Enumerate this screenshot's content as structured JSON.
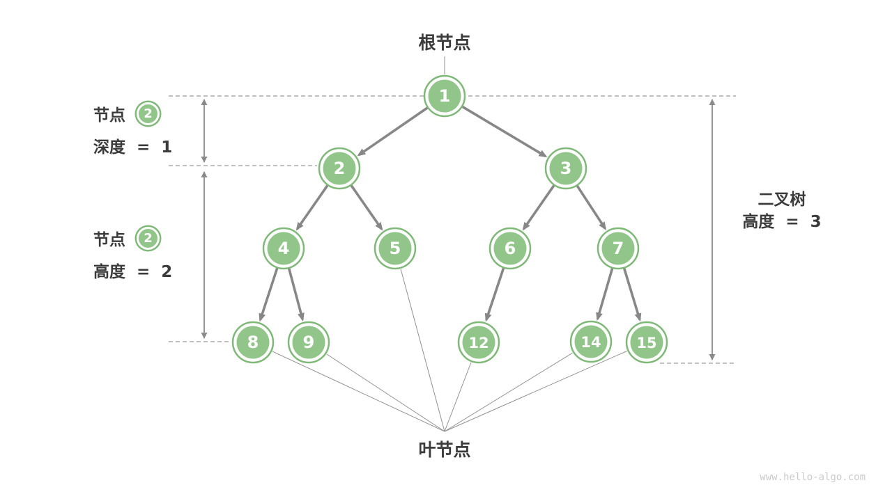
{
  "labels": {
    "root": "根节点",
    "leaf": "叶节点"
  },
  "annotations": {
    "node_depth": {
      "prefix": "节点",
      "badge": "2",
      "text": "深度  =  1"
    },
    "node_height": {
      "prefix": "节点",
      "badge": "2",
      "text": "高度  =  2"
    },
    "tree_height": {
      "line1": "二叉树",
      "line2": "高度  =  3"
    }
  },
  "watermark": "www.hello-algo.com",
  "colors": {
    "node_fill": "#92C58A",
    "node_ring": "#7FB878",
    "edge": "#878787",
    "thin_line": "#909090",
    "dashed": "#9B9B9B",
    "measure": "#8A8A8A",
    "text": "#3B3B3B",
    "node_text": "#FFFFFF",
    "watermark_text": "#CACACA"
  },
  "tree": {
    "nodes": [
      {
        "id": "1",
        "value": "1"
      },
      {
        "id": "2",
        "value": "2"
      },
      {
        "id": "3",
        "value": "3"
      },
      {
        "id": "4",
        "value": "4"
      },
      {
        "id": "5",
        "value": "5"
      },
      {
        "id": "6",
        "value": "6"
      },
      {
        "id": "7",
        "value": "7"
      },
      {
        "id": "8",
        "value": "8"
      },
      {
        "id": "9",
        "value": "9"
      },
      {
        "id": "12",
        "value": "12"
      },
      {
        "id": "14",
        "value": "14"
      },
      {
        "id": "15",
        "value": "15"
      }
    ],
    "edges": [
      [
        "1",
        "2"
      ],
      [
        "1",
        "3"
      ],
      [
        "2",
        "4"
      ],
      [
        "2",
        "5"
      ],
      [
        "3",
        "6"
      ],
      [
        "3",
        "7"
      ],
      [
        "4",
        "8"
      ],
      [
        "4",
        "9"
      ],
      [
        "6",
        "12"
      ],
      [
        "7",
        "14"
      ],
      [
        "7",
        "15"
      ]
    ],
    "leaves": [
      "5",
      "8",
      "9",
      "12",
      "14",
      "15"
    ]
  }
}
